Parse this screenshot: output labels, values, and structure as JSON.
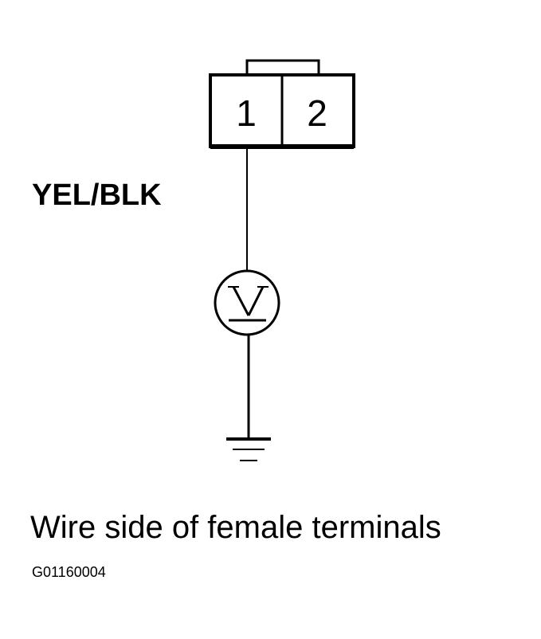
{
  "connector": {
    "pins": [
      "1",
      "2"
    ]
  },
  "wire": {
    "color_code": "YEL/BLK"
  },
  "caption": "Wire side of female terminals",
  "figure_code": "G01160004"
}
